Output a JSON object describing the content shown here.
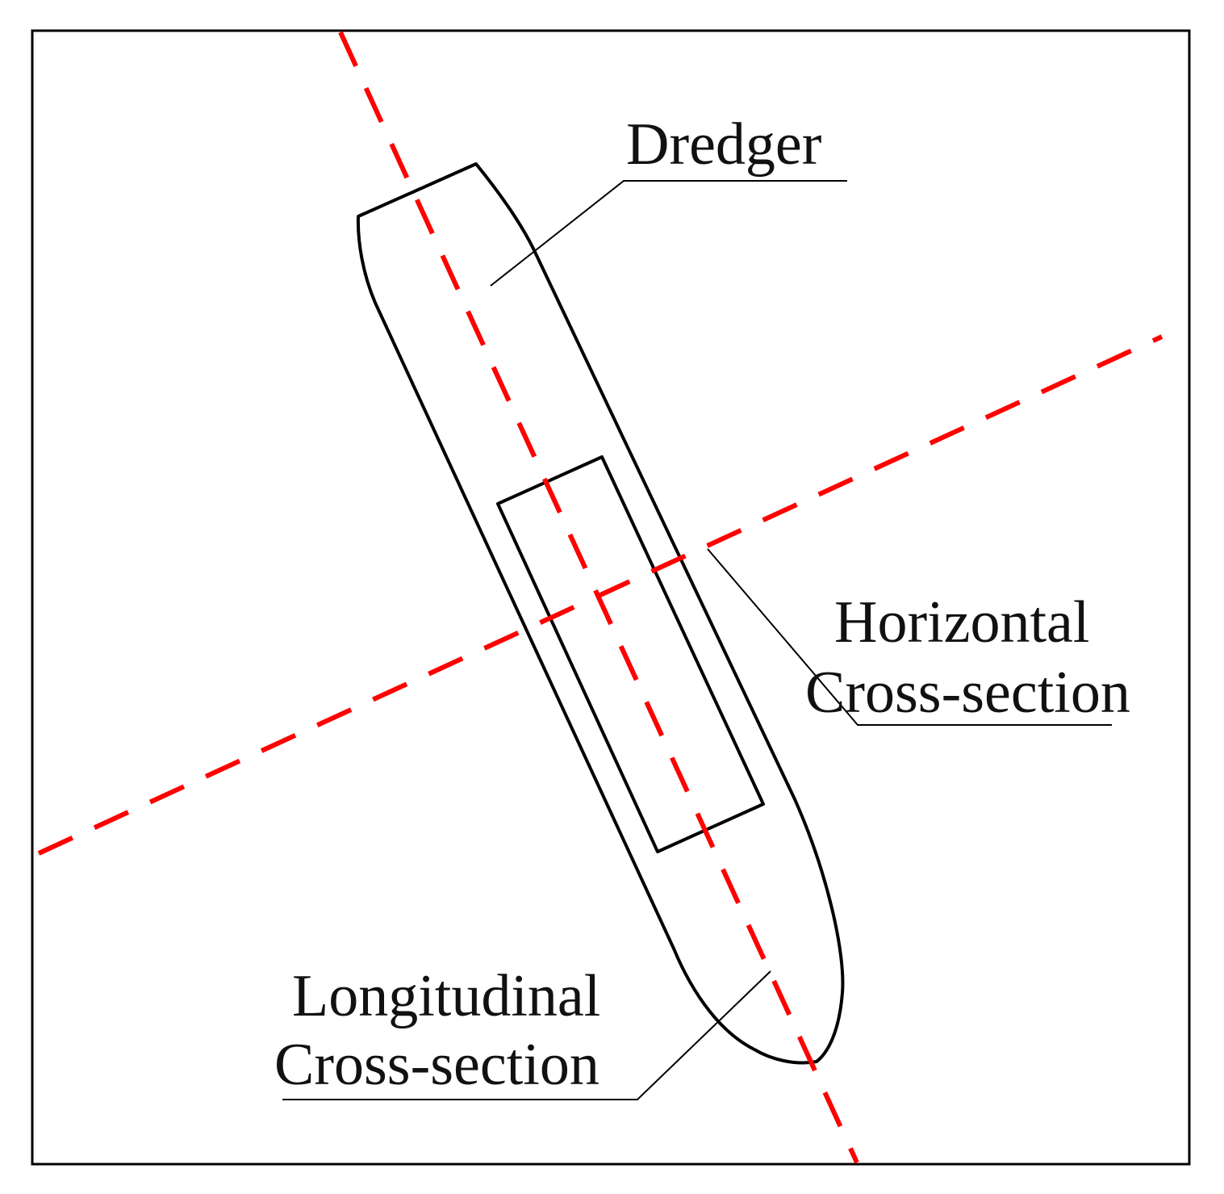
{
  "labels": {
    "dredger": "Dredger",
    "horizontal": [
      "Horizontal",
      "Cross-section"
    ],
    "longitudinal": [
      "Longitudinal",
      "Cross-section"
    ]
  },
  "colors": {
    "section_line": "#ff0000",
    "outline": "#000000",
    "background": "#ffffff"
  }
}
